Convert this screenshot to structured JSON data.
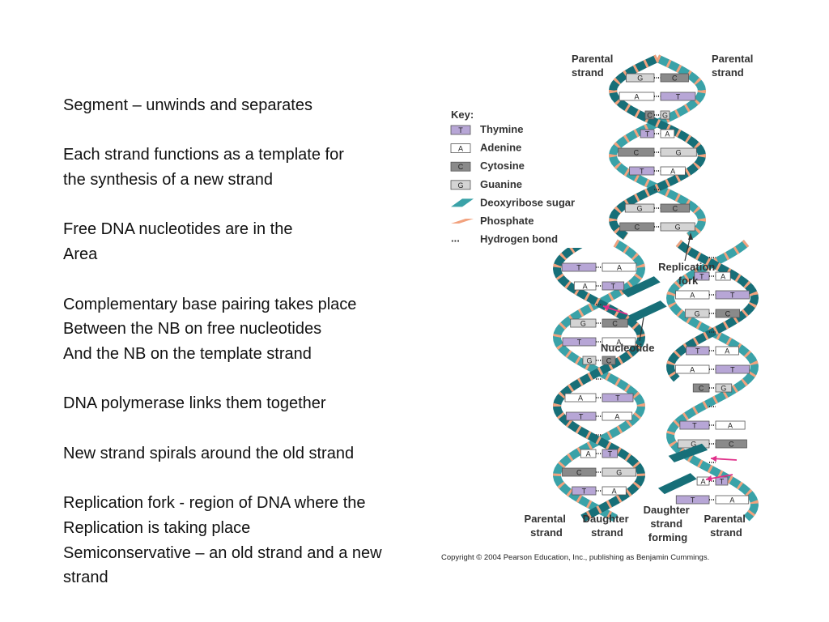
{
  "notes": [
    "Segment – unwinds and separates",
    "",
    "Each strand functions as a template for",
    "the synthesis of a new strand",
    "",
    "Free DNA nucleotides are in the",
    "Area",
    "",
    "Complementary base pairing takes place",
    "Between the NB on free nucleotides",
    "And the NB on the template strand",
    "",
    "DNA polymerase  links them together",
    "",
    "New strand spirals around the old strand",
    "",
    "Replication fork - region of DNA where the",
    "Replication is taking place",
    "Semiconservative – an old strand and a new",
    "strand"
  ],
  "diagram": {
    "labels": {
      "parental_left_top": [
        "Parental",
        "strand"
      ],
      "parental_right_top": [
        "Parental",
        "strand"
      ],
      "replication_fork": [
        "Replication",
        "fork"
      ],
      "nucleotide": "Nucleotide",
      "parental_bottom_left": [
        "Parental",
        "strand"
      ],
      "daughter_strand": [
        "Daughter",
        "strand"
      ],
      "daughter_forming": [
        "Daughter",
        "strand",
        "forming"
      ],
      "parental_bottom_right": [
        "Parental",
        "strand"
      ]
    },
    "key": {
      "title": "Key:",
      "items": [
        {
          "symbol": "T",
          "label": "Thymine",
          "color": "#b7a6d6"
        },
        {
          "symbol": "A",
          "label": "Adenine",
          "color": "#ffffff"
        },
        {
          "symbol": "C",
          "label": "Cytosine",
          "color": "#8a8a8a"
        },
        {
          "symbol": "G",
          "label": "Guanine",
          "color": "#d4d4d4"
        },
        {
          "symbol": "",
          "label": "Deoxyribose sugar",
          "color": "#3aa2a8"
        },
        {
          "symbol": "",
          "label": "Phosphate",
          "color": "#f2a27e"
        },
        {
          "symbol": "...",
          "label": "Hydrogen bond",
          "color": "#333333"
        }
      ]
    },
    "copyright": "Copyright © 2004 Pearson Education, Inc., publishing as Benjamin Cummings.",
    "colors": {
      "sugar": "#3aa2a8",
      "sugar_dark": "#176f78",
      "phosphate": "#f2a27e",
      "arrow": "#e0308a"
    }
  }
}
